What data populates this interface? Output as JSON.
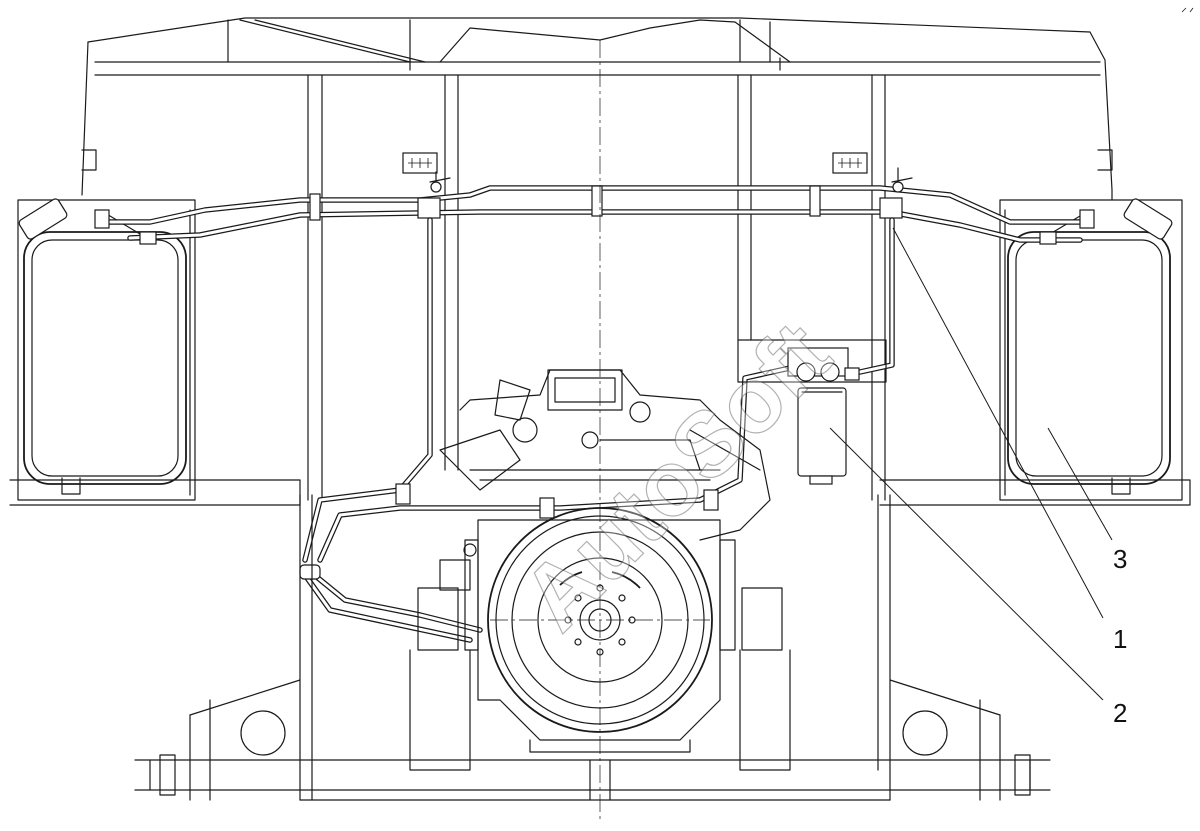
{
  "watermark": "AutoSoft",
  "callouts": [
    {
      "id": "1",
      "label": "1"
    },
    {
      "id": "2",
      "label": "2"
    },
    {
      "id": "3",
      "label": "3"
    }
  ],
  "colors": {
    "line": "#1a1a1a",
    "background": "#ffffff"
  }
}
